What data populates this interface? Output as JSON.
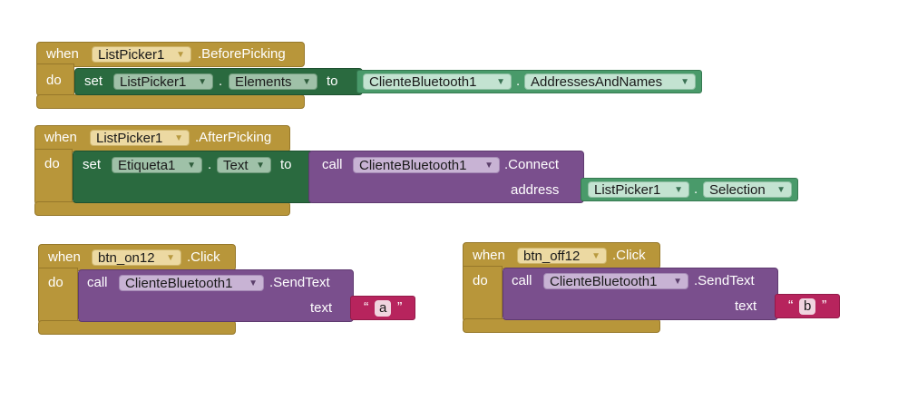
{
  "kw": {
    "when": "when",
    "do": "do",
    "set": "set",
    "to": "to",
    "call": "call",
    "dot": "."
  },
  "event1": {
    "component": "ListPicker1",
    "event": ".BeforePicking",
    "set_component": "ListPicker1",
    "set_property": "Elements",
    "value_component": "ClienteBluetooth1",
    "value_property": "AddressesAndNames"
  },
  "event2": {
    "component": "ListPicker1",
    "event": ".AfterPicking",
    "set_component": "Etiqueta1",
    "set_property": "Text",
    "call_component": "ClienteBluetooth1",
    "call_method": ".Connect",
    "arg_label": "address",
    "arg_component": "ListPicker1",
    "arg_property": "Selection"
  },
  "event3": {
    "component": "btn_on12",
    "event": ".Click",
    "call_component": "ClienteBluetooth1",
    "call_method": ".SendText",
    "arg_label": "text",
    "text_value": "a"
  },
  "event4": {
    "component": "btn_off12",
    "event": ".Click",
    "call_component": "ClienteBluetooth1",
    "call_method": ".SendText",
    "arg_label": "text",
    "text_value": "b"
  },
  "quotes": {
    "open": "“",
    "close": "”"
  },
  "icons": {
    "dropdown": "dropdown-arrow-icon"
  },
  "colors": {
    "event": "#b8963a",
    "setter": "#2a6a3f",
    "getter": "#499a6a",
    "method": "#7a4f8d",
    "text": "#b7245d"
  }
}
